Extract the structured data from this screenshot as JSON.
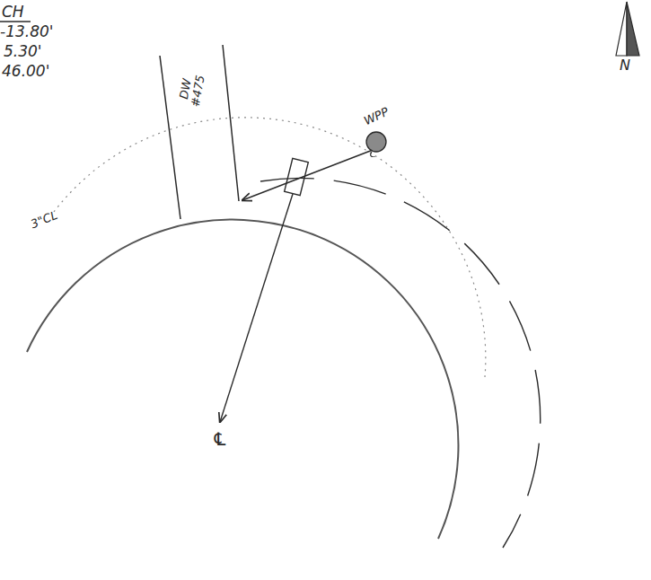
{
  "diagram": {
    "nodes": [
      {
        "text": [
          "WPP"
        ]
      }
    ],
    "labels": [
      "CH",
      "-13.80'",
      "5.30'",
      "46.00'",
      "DW #475",
      "3\"CL",
      "℄",
      "N"
    ]
  }
}
